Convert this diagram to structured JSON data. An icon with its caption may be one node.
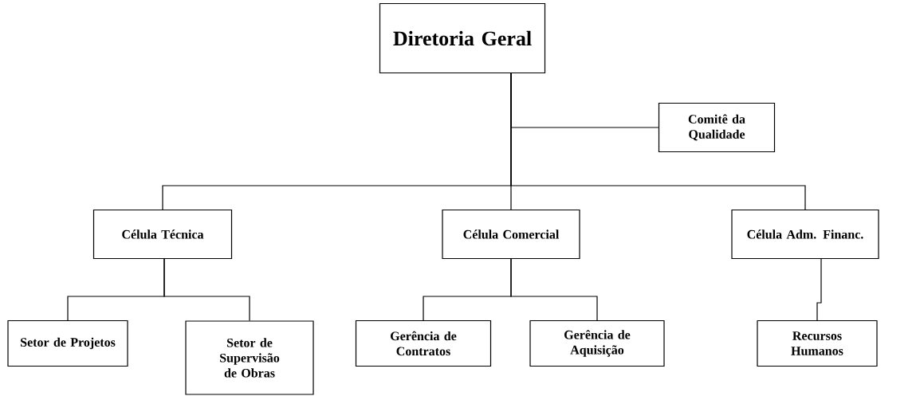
{
  "diagram": {
    "nodes": [
      {
        "text": [
          "Diretoria Geral"
        ]
      },
      {
        "text": [
          "Comitê da Qualidade"
        ]
      },
      {
        "text": [
          "Célula Técnica"
        ]
      },
      {
        "text": [
          "Célula Comercial"
        ]
      },
      {
        "text": [
          "Célula Adm. Financ."
        ]
      },
      {
        "text": [
          "Setor de Projetos"
        ]
      },
      {
        "text": [
          "Setor de Supervisão de Obras"
        ]
      },
      {
        "text": [
          "Gerência de Contratos"
        ]
      },
      {
        "text": [
          "Gerência de Aquisição"
        ]
      },
      {
        "text": [
          "Recursos Humanos"
        ]
      }
    ],
    "edges": [
      {
        "from": 0,
        "to": 1,
        "arrow": "none"
      },
      {
        "from": 0,
        "to": 2,
        "arrow": "none"
      },
      {
        "from": 0,
        "to": 3,
        "arrow": "none"
      },
      {
        "from": 0,
        "to": 4,
        "arrow": "none"
      },
      {
        "from": 2,
        "to": 5,
        "arrow": "none"
      },
      {
        "from": 2,
        "to": 6,
        "arrow": "none"
      },
      {
        "from": 3,
        "to": 7,
        "arrow": "none"
      },
      {
        "from": 3,
        "to": 8,
        "arrow": "none"
      },
      {
        "from": 4,
        "to": 9,
        "arrow": "none"
      }
    ]
  }
}
